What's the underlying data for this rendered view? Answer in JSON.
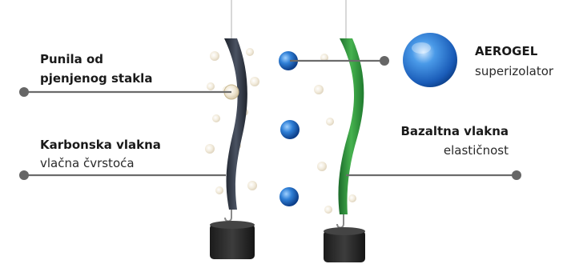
{
  "labels": {
    "foam_glass_line1": "Punila od",
    "foam_glass_line2": "pjenjenog stakla",
    "carbon_title": "Karbonska vlakna",
    "carbon_sub": "vlačna čvrstoća",
    "aerogel_title": "AEROGEL",
    "aerogel_sub": "superizolator",
    "basalt_title": "Bazaltna vlakna",
    "basalt_sub": "elastičnost"
  },
  "colors": {
    "line": "#6b6b6b",
    "dot": "#666666",
    "carbon_fiber": "#2f3540",
    "basalt_fiber": "#2e8b3a",
    "aerogel_bead": "#2f7fd6",
    "weight": "#2a2a2a",
    "foam_glass_bead": "#e8dfcc"
  },
  "icons": [
    "carbon-fiber-strip",
    "basalt-fiber-strip",
    "aerogel-sphere",
    "weight",
    "hook"
  ]
}
